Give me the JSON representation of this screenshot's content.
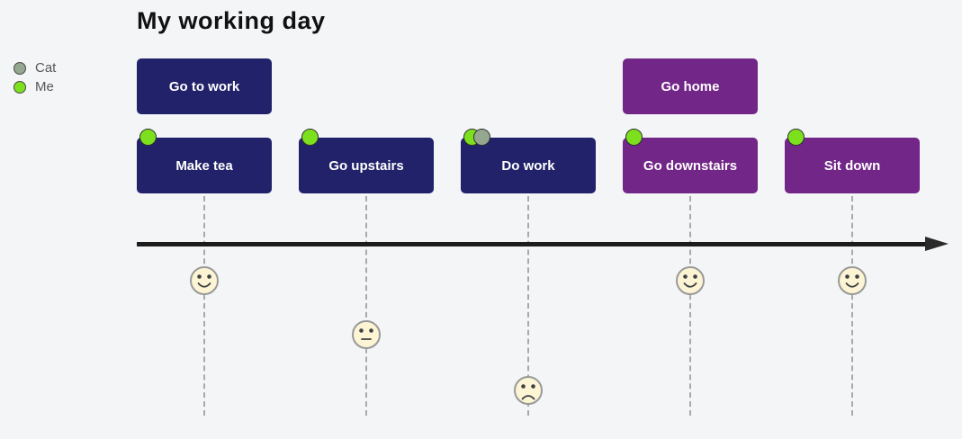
{
  "title": "My working day",
  "legend": {
    "items": [
      {
        "id": "cat",
        "label": "Cat",
        "color": "#95a78f"
      },
      {
        "id": "me",
        "label": "Me",
        "color": "#7de01d"
      }
    ]
  },
  "palette": {
    "navy": "#22226b",
    "purple": "#722688",
    "background": "#f4f5f7",
    "axis": "#1c1c1c",
    "dropline": "#a9a9a9",
    "face_fill": "#fcf4d3",
    "face_stroke": "#999999",
    "face_features": "#3d4045",
    "label_text": "#ffffff"
  },
  "timeline": {
    "events": [
      {
        "label": "Go to work",
        "row": 0,
        "col": 0,
        "color": "navy",
        "markers": []
      },
      {
        "label": "Go home",
        "row": 0,
        "col": 3,
        "color": "purple",
        "markers": []
      },
      {
        "label": "Make tea",
        "row": 1,
        "col": 0,
        "color": "navy",
        "markers": [
          "me"
        ],
        "mood": "happy"
      },
      {
        "label": "Go upstairs",
        "row": 1,
        "col": 1,
        "color": "navy",
        "markers": [
          "me"
        ],
        "mood": "neutral"
      },
      {
        "label": "Do work",
        "row": 1,
        "col": 2,
        "color": "navy",
        "markers": [
          "me",
          "cat"
        ],
        "mood": "sad"
      },
      {
        "label": "Go downstairs",
        "row": 1,
        "col": 3,
        "color": "purple",
        "markers": [
          "me"
        ],
        "mood": "happy"
      },
      {
        "label": "Sit down",
        "row": 1,
        "col": 4,
        "color": "purple",
        "markers": [
          "me"
        ],
        "mood": "happy"
      }
    ]
  }
}
